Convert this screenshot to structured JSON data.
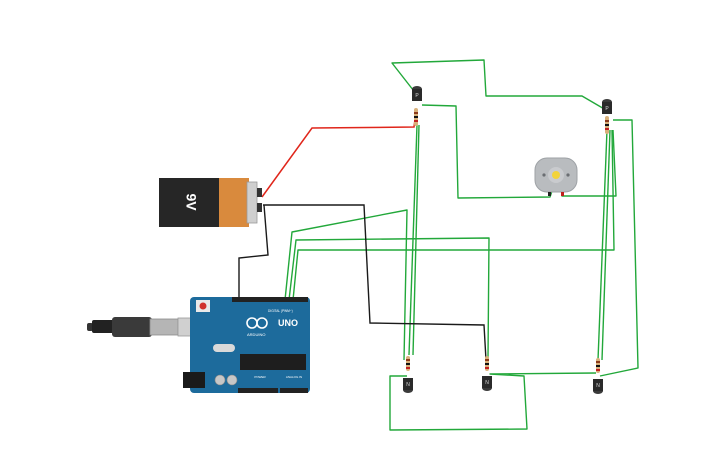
{
  "battery": {
    "label": "9V"
  },
  "arduino": {
    "logo_text": "UNO",
    "brand_text": "ARDUINO",
    "digital_label": "DIGITAL (PWM~)",
    "power_label": "POWER",
    "analog_label": "ANALOG IN"
  },
  "transistors": {
    "top_left": {
      "label": "P"
    },
    "top_right": {
      "label": "P"
    },
    "bottom_left": {
      "label": "N"
    },
    "bottom_mid": {
      "label": "N"
    },
    "bottom_right": {
      "label": "N"
    }
  },
  "colors": {
    "wire_green": "#22a83a",
    "wire_red": "#e0261b",
    "wire_black": "#1a1a1a",
    "board_blue": "#1d6b9c",
    "battery_orange": "#d98a3d"
  }
}
